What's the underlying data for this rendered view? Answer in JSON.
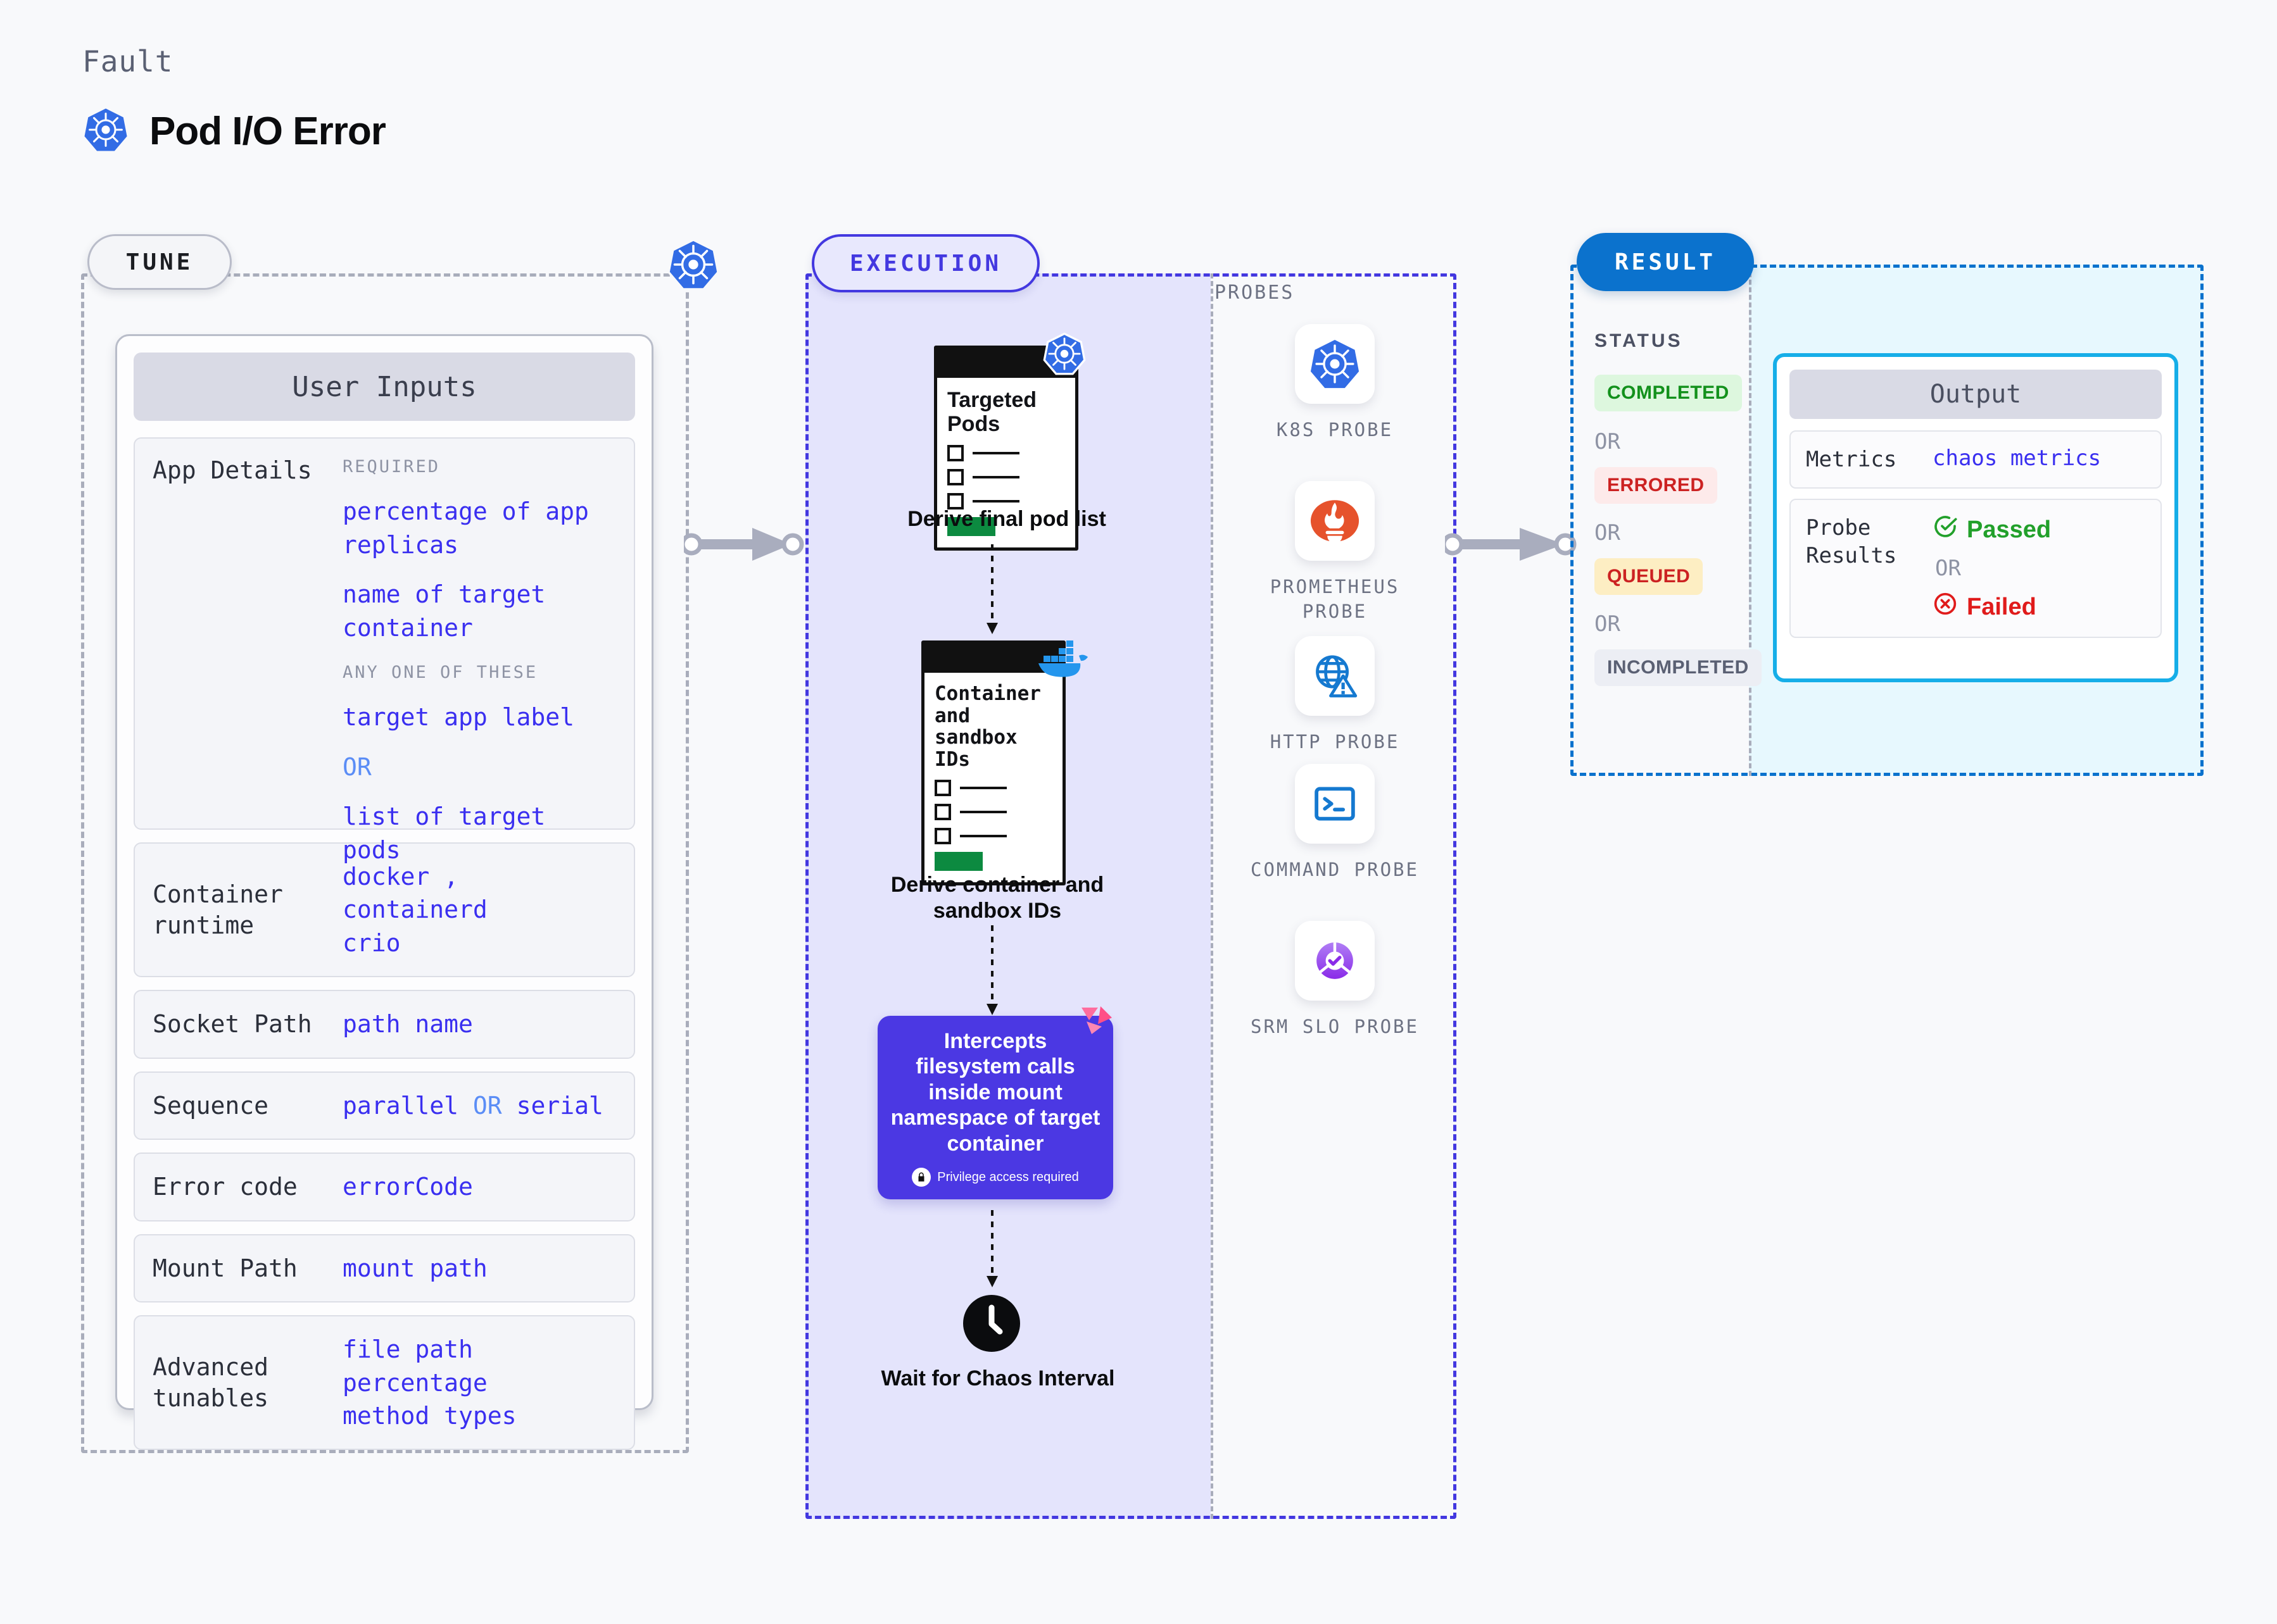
{
  "header": {
    "eyebrow": "Fault",
    "title": "Pod I/O Error",
    "icon": "kubernetes-icon"
  },
  "tune": {
    "pill": "TUNE",
    "card_title": "User Inputs",
    "rows": [
      {
        "label": "App Details",
        "required_hint": "REQUIRED",
        "required_values": [
          "percentage of app replicas",
          "name of target container"
        ],
        "any_hint": "ANY ONE OF THESE",
        "any_values": [
          "target app label",
          "list of target pods"
        ],
        "or": "OR"
      },
      {
        "label": "Container runtime",
        "values": [
          "docker , containerd",
          "crio"
        ]
      },
      {
        "label": "Socket Path",
        "values": [
          "path name"
        ]
      },
      {
        "label": "Sequence",
        "value_a": "parallel",
        "or": "OR",
        "value_b": "serial"
      },
      {
        "label": "Error code",
        "values": [
          "errorCode"
        ]
      },
      {
        "label": "Mount Path",
        "values": [
          "mount path"
        ]
      },
      {
        "label": "Advanced tunables",
        "values": [
          "file path",
          "percentage",
          "method types"
        ]
      }
    ]
  },
  "execution": {
    "pill": "EXECUTION",
    "nodes": [
      {
        "card_title": "Targeted Pods",
        "caption": "Derive final pod list",
        "badge": "kubernetes-icon"
      },
      {
        "card_title": "Container and sandbox IDs",
        "caption": "Derive container and sandbox IDs",
        "badge": "docker-icon"
      }
    ],
    "action_card": {
      "text": "Intercepts filesystem calls inside mount namespace of target container",
      "note": "Privilege access required",
      "badge": "litmus-icon"
    },
    "wait": {
      "caption": "Wait for Chaos Interval",
      "icon": "clock-icon"
    }
  },
  "probes": {
    "label": "PROBES",
    "items": [
      {
        "label": "K8S PROBE",
        "icon": "kubernetes-icon"
      },
      {
        "label": "PROMETHEUS PROBE",
        "icon": "prometheus-icon"
      },
      {
        "label": "HTTP PROBE",
        "icon": "globe-warning-icon"
      },
      {
        "label": "COMMAND PROBE",
        "icon": "terminal-icon"
      },
      {
        "label": "SRM SLO PROBE",
        "icon": "srm-slo-icon"
      }
    ]
  },
  "result": {
    "pill": "RESULT",
    "status_label": "STATUS",
    "or": "OR",
    "statuses": [
      {
        "text": "COMPLETED",
        "bg": "#ddf7de",
        "fg": "#13911c"
      },
      {
        "text": "ERRORED",
        "bg": "#fdeaea",
        "fg": "#cc2222"
      },
      {
        "text": "QUEUED",
        "bg": "#fdeec3",
        "fg": "#cc2222"
      },
      {
        "text": "INCOMPLETED",
        "bg": "#eceef4",
        "fg": "#5a6073"
      }
    ],
    "output": {
      "title": "Output",
      "metrics_label": "Metrics",
      "metrics_value": "chaos metrics",
      "probe_label": "Probe Results",
      "passed": "Passed",
      "failed": "Failed",
      "or": "OR"
    }
  },
  "colors": {
    "accent_purple": "#4338e0",
    "accent_blue": "#0b72cd",
    "k8s_blue": "#326ce5",
    "value_blue": "#3a2ff0",
    "green": "#13911c",
    "red": "#cc2222"
  }
}
